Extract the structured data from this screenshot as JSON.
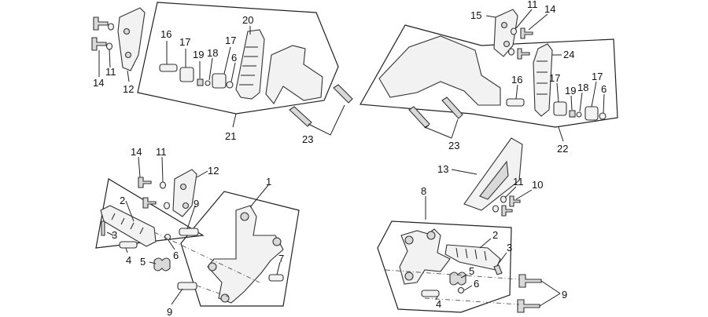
{
  "diagram": {
    "callouts": [
      "1",
      "2",
      "3",
      "4",
      "5",
      "6",
      "7",
      "8",
      "9",
      "10",
      "11",
      "12",
      "13",
      "14",
      "15",
      "16",
      "17",
      "18",
      "19",
      "20",
      "21",
      "22",
      "23",
      "24"
    ],
    "labels": [
      {
        "id": "c14a",
        "text": "14"
      },
      {
        "id": "c11a",
        "text": "11"
      },
      {
        "id": "c12a",
        "text": "12"
      },
      {
        "id": "c16a",
        "text": "16"
      },
      {
        "id": "c17a",
        "text": "17"
      },
      {
        "id": "c19a",
        "text": "19"
      },
      {
        "id": "c18a",
        "text": "18"
      },
      {
        "id": "c17b",
        "text": "17"
      },
      {
        "id": "c6a",
        "text": "6"
      },
      {
        "id": "c20a",
        "text": "20"
      },
      {
        "id": "c21",
        "text": "21"
      },
      {
        "id": "c23a",
        "text": "23"
      },
      {
        "id": "c15",
        "text": "15"
      },
      {
        "id": "c11b",
        "text": "11"
      },
      {
        "id": "c14b",
        "text": "14"
      },
      {
        "id": "c24",
        "text": "24"
      },
      {
        "id": "c16b",
        "text": "16"
      },
      {
        "id": "c17c",
        "text": "17"
      },
      {
        "id": "c19b",
        "text": "19"
      },
      {
        "id": "c18b",
        "text": "18"
      },
      {
        "id": "c17d",
        "text": "17"
      },
      {
        "id": "c6b",
        "text": "6"
      },
      {
        "id": "c23b",
        "text": "23"
      },
      {
        "id": "c22",
        "text": "22"
      },
      {
        "id": "c14c",
        "text": "14"
      },
      {
        "id": "c11c",
        "text": "11"
      },
      {
        "id": "c12b",
        "text": "12"
      },
      {
        "id": "c1",
        "text": "1"
      },
      {
        "id": "c2a",
        "text": "2"
      },
      {
        "id": "c9a",
        "text": "9"
      },
      {
        "id": "c3a",
        "text": "3"
      },
      {
        "id": "c4a",
        "text": "4"
      },
      {
        "id": "c5a",
        "text": "5"
      },
      {
        "id": "c6c",
        "text": "6"
      },
      {
        "id": "c7",
        "text": "7"
      },
      {
        "id": "c9b",
        "text": "9"
      },
      {
        "id": "c13",
        "text": "13"
      },
      {
        "id": "c8",
        "text": "8"
      },
      {
        "id": "c11d",
        "text": "11"
      },
      {
        "id": "c10",
        "text": "10"
      },
      {
        "id": "c2b",
        "text": "2"
      },
      {
        "id": "c3b",
        "text": "3"
      },
      {
        "id": "c5b",
        "text": "5"
      },
      {
        "id": "c6d",
        "text": "6"
      },
      {
        "id": "c4b",
        "text": "4"
      },
      {
        "id": "c9c",
        "text": "9"
      }
    ]
  }
}
